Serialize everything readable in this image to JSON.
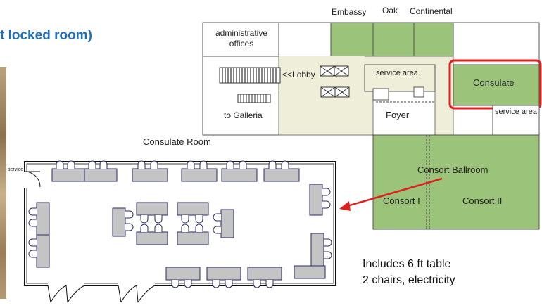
{
  "heading": "t locked room)",
  "floor_plan": {
    "rooms": {
      "embassy": "Embassy",
      "oak": "Oak",
      "continental": "Continental",
      "administrative_offices": "administrative offices",
      "lobby": "<<Lobby",
      "service_area_top": "service area",
      "consulate": "Consulate",
      "to_galleria": "to Galleria",
      "foyer": "Foyer",
      "service_area_side": "service area",
      "consort_ballroom": "Consort Ballroom",
      "consort_1": "Consort I",
      "consort_2": "Consort II"
    },
    "highlight_color": "#e0201e",
    "room_green": "#9bc47a",
    "foyer_tan": "#efefd9"
  },
  "room_layout": {
    "title": "Consulate Room",
    "service_label": "service",
    "table_fill": "#c4c4c4",
    "table_stroke": "#2a2a6a"
  },
  "note": {
    "line1": "Includes 6 ft table",
    "line2": "2 chairs, electricity"
  },
  "arrow_color": "#e0201e"
}
